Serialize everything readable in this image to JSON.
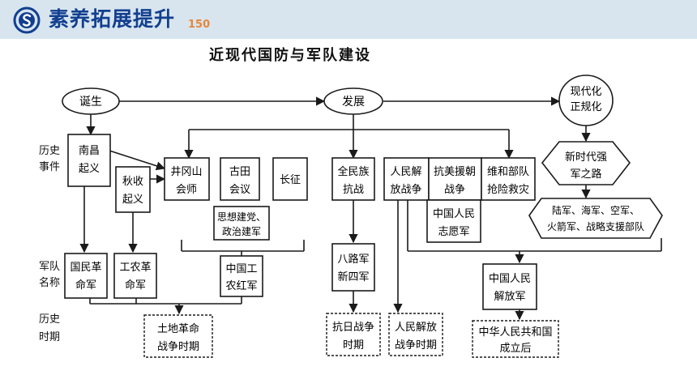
{
  "header": {
    "title": "素养拓展提升",
    "badge": "150",
    "logo_icon": "s-circle-logo"
  },
  "page_title": "近现代国防与军队建设",
  "stages": {
    "birth": "诞生",
    "development": "发展",
    "modern": [
      "现代化",
      "正规化"
    ]
  },
  "row_labels": {
    "events": [
      "历史",
      "事件"
    ],
    "army_names": [
      "军队",
      "名称"
    ],
    "periods": [
      "历史",
      "时期"
    ]
  },
  "events": {
    "nanchang": [
      "南昌",
      "起义"
    ],
    "autumn_harvest": [
      "秋收",
      "起义"
    ],
    "jinggangshan": [
      "井冈山",
      "会师"
    ],
    "gutian": [
      "古田",
      "会议"
    ],
    "long_march": [
      "长征"
    ],
    "party_building": [
      "思想建党、",
      "政治建军"
    ],
    "national_war": [
      "全民族",
      "抗战"
    ],
    "liberation_war": [
      "人民解",
      "放战争"
    ],
    "korea": [
      "抗美援朝",
      "战争"
    ],
    "peacekeeping": [
      "维和部队",
      "抢险救灾"
    ],
    "volunteer_army": [
      "中国人民",
      "志愿军"
    ],
    "new_era": [
      "新时代强",
      "军之路"
    ],
    "branches": [
      "陆军、海军、空军、",
      "火箭军、战略支援部队"
    ]
  },
  "armies": {
    "national_revolutionary": [
      "国民革",
      "命军"
    ],
    "workers_peasants": [
      "工农革",
      "命军"
    ],
    "red_army": [
      "中国工",
      "农红军"
    ],
    "eighth_fourth": [
      "八路军",
      "新四军"
    ],
    "pla": [
      "中国人民",
      "解放军"
    ]
  },
  "periods": {
    "land_revolution": [
      "土地革命",
      "战争时期"
    ],
    "anti_japanese": [
      "抗日战争",
      "时期"
    ],
    "liberation": [
      "人民解放",
      "战争时期"
    ],
    "prc_founded": [
      "中华人民共和国",
      "成立后"
    ]
  },
  "colors": {
    "header_bg": "#d8e5ef",
    "title_blue": "#123f8f",
    "badge_orange": "#e8863a",
    "line": "#1a1a1a"
  }
}
